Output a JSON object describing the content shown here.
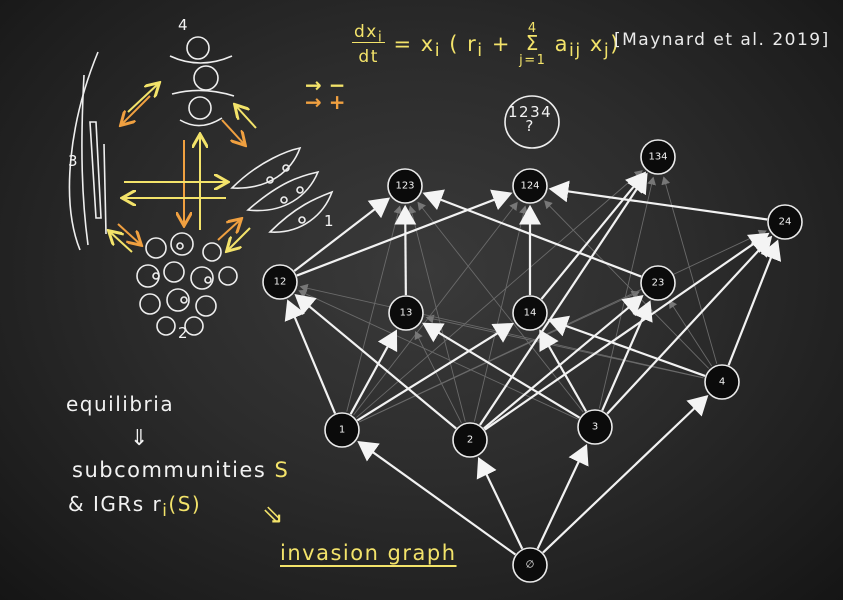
{
  "equation": {
    "lhs_num": "dx",
    "lhs_num_sub": "i",
    "lhs_den": "dt",
    "rhs_start": "= x",
    "rhs_start_sub": "i",
    "rhs_mid": "( r",
    "rhs_mid_sub": "i",
    "rhs_plus": "+",
    "sum_top": "4",
    "sum_symbol": "Σ",
    "sum_bottom": "j=1",
    "rhs_a": "a",
    "rhs_a_sub": "ij",
    "rhs_x": "x",
    "rhs_x_sub": "j",
    "rhs_end": ")"
  },
  "citation": "[Maynard et al. 2019]",
  "legend": {
    "minus": "→ −",
    "plus": "→ +"
  },
  "species_labels": [
    "4",
    "1",
    "2",
    "3"
  ],
  "left_text": {
    "equilibria": "equilibria",
    "arrow_down": "⇓",
    "subcommunities": "subcommunities S",
    "igrs": "& IGRs r",
    "igrs_sub": "i",
    "igrs_end": "(S)",
    "implies": "⇘",
    "invasion_graph": "invasion graph"
  },
  "unknown_community": {
    "label": "1234",
    "question": "?"
  },
  "graph": {
    "nodes": [
      {
        "id": "empty",
        "label": "∅"
      },
      {
        "id": "1",
        "label": "1"
      },
      {
        "id": "2",
        "label": "2"
      },
      {
        "id": "3",
        "label": "3"
      },
      {
        "id": "4",
        "label": "4"
      },
      {
        "id": "12",
        "label": "12"
      },
      {
        "id": "13",
        "label": "13"
      },
      {
        "id": "14",
        "label": "14"
      },
      {
        "id": "23",
        "label": "23"
      },
      {
        "id": "24",
        "label": "24"
      },
      {
        "id": "123",
        "label": "123"
      },
      {
        "id": "124",
        "label": "124"
      },
      {
        "id": "134",
        "label": "134"
      }
    ],
    "edges": [
      [
        "empty",
        "1"
      ],
      [
        "empty",
        "2"
      ],
      [
        "empty",
        "3"
      ],
      [
        "empty",
        "4"
      ],
      [
        "1",
        "12"
      ],
      [
        "1",
        "13"
      ],
      [
        "1",
        "14"
      ],
      [
        "2",
        "12"
      ],
      [
        "2",
        "23"
      ],
      [
        "2",
        "24"
      ],
      [
        "3",
        "13"
      ],
      [
        "3",
        "14"
      ],
      [
        "3",
        "23"
      ],
      [
        "3",
        "24"
      ],
      [
        "4",
        "14"
      ],
      [
        "4",
        "24"
      ],
      [
        "12",
        "123"
      ],
      [
        "12",
        "124"
      ],
      [
        "13",
        "123"
      ],
      [
        "14",
        "124"
      ],
      [
        "14",
        "134"
      ],
      [
        "23",
        "123"
      ],
      [
        "24",
        "124"
      ],
      [
        "2",
        "134"
      ]
    ]
  },
  "colors": {
    "chalk_white": "#f2f2f2",
    "chalk_yellow": "#f3e36a",
    "chalk_orange": "#f0a040",
    "node_fill": "#0b0b0b"
  }
}
